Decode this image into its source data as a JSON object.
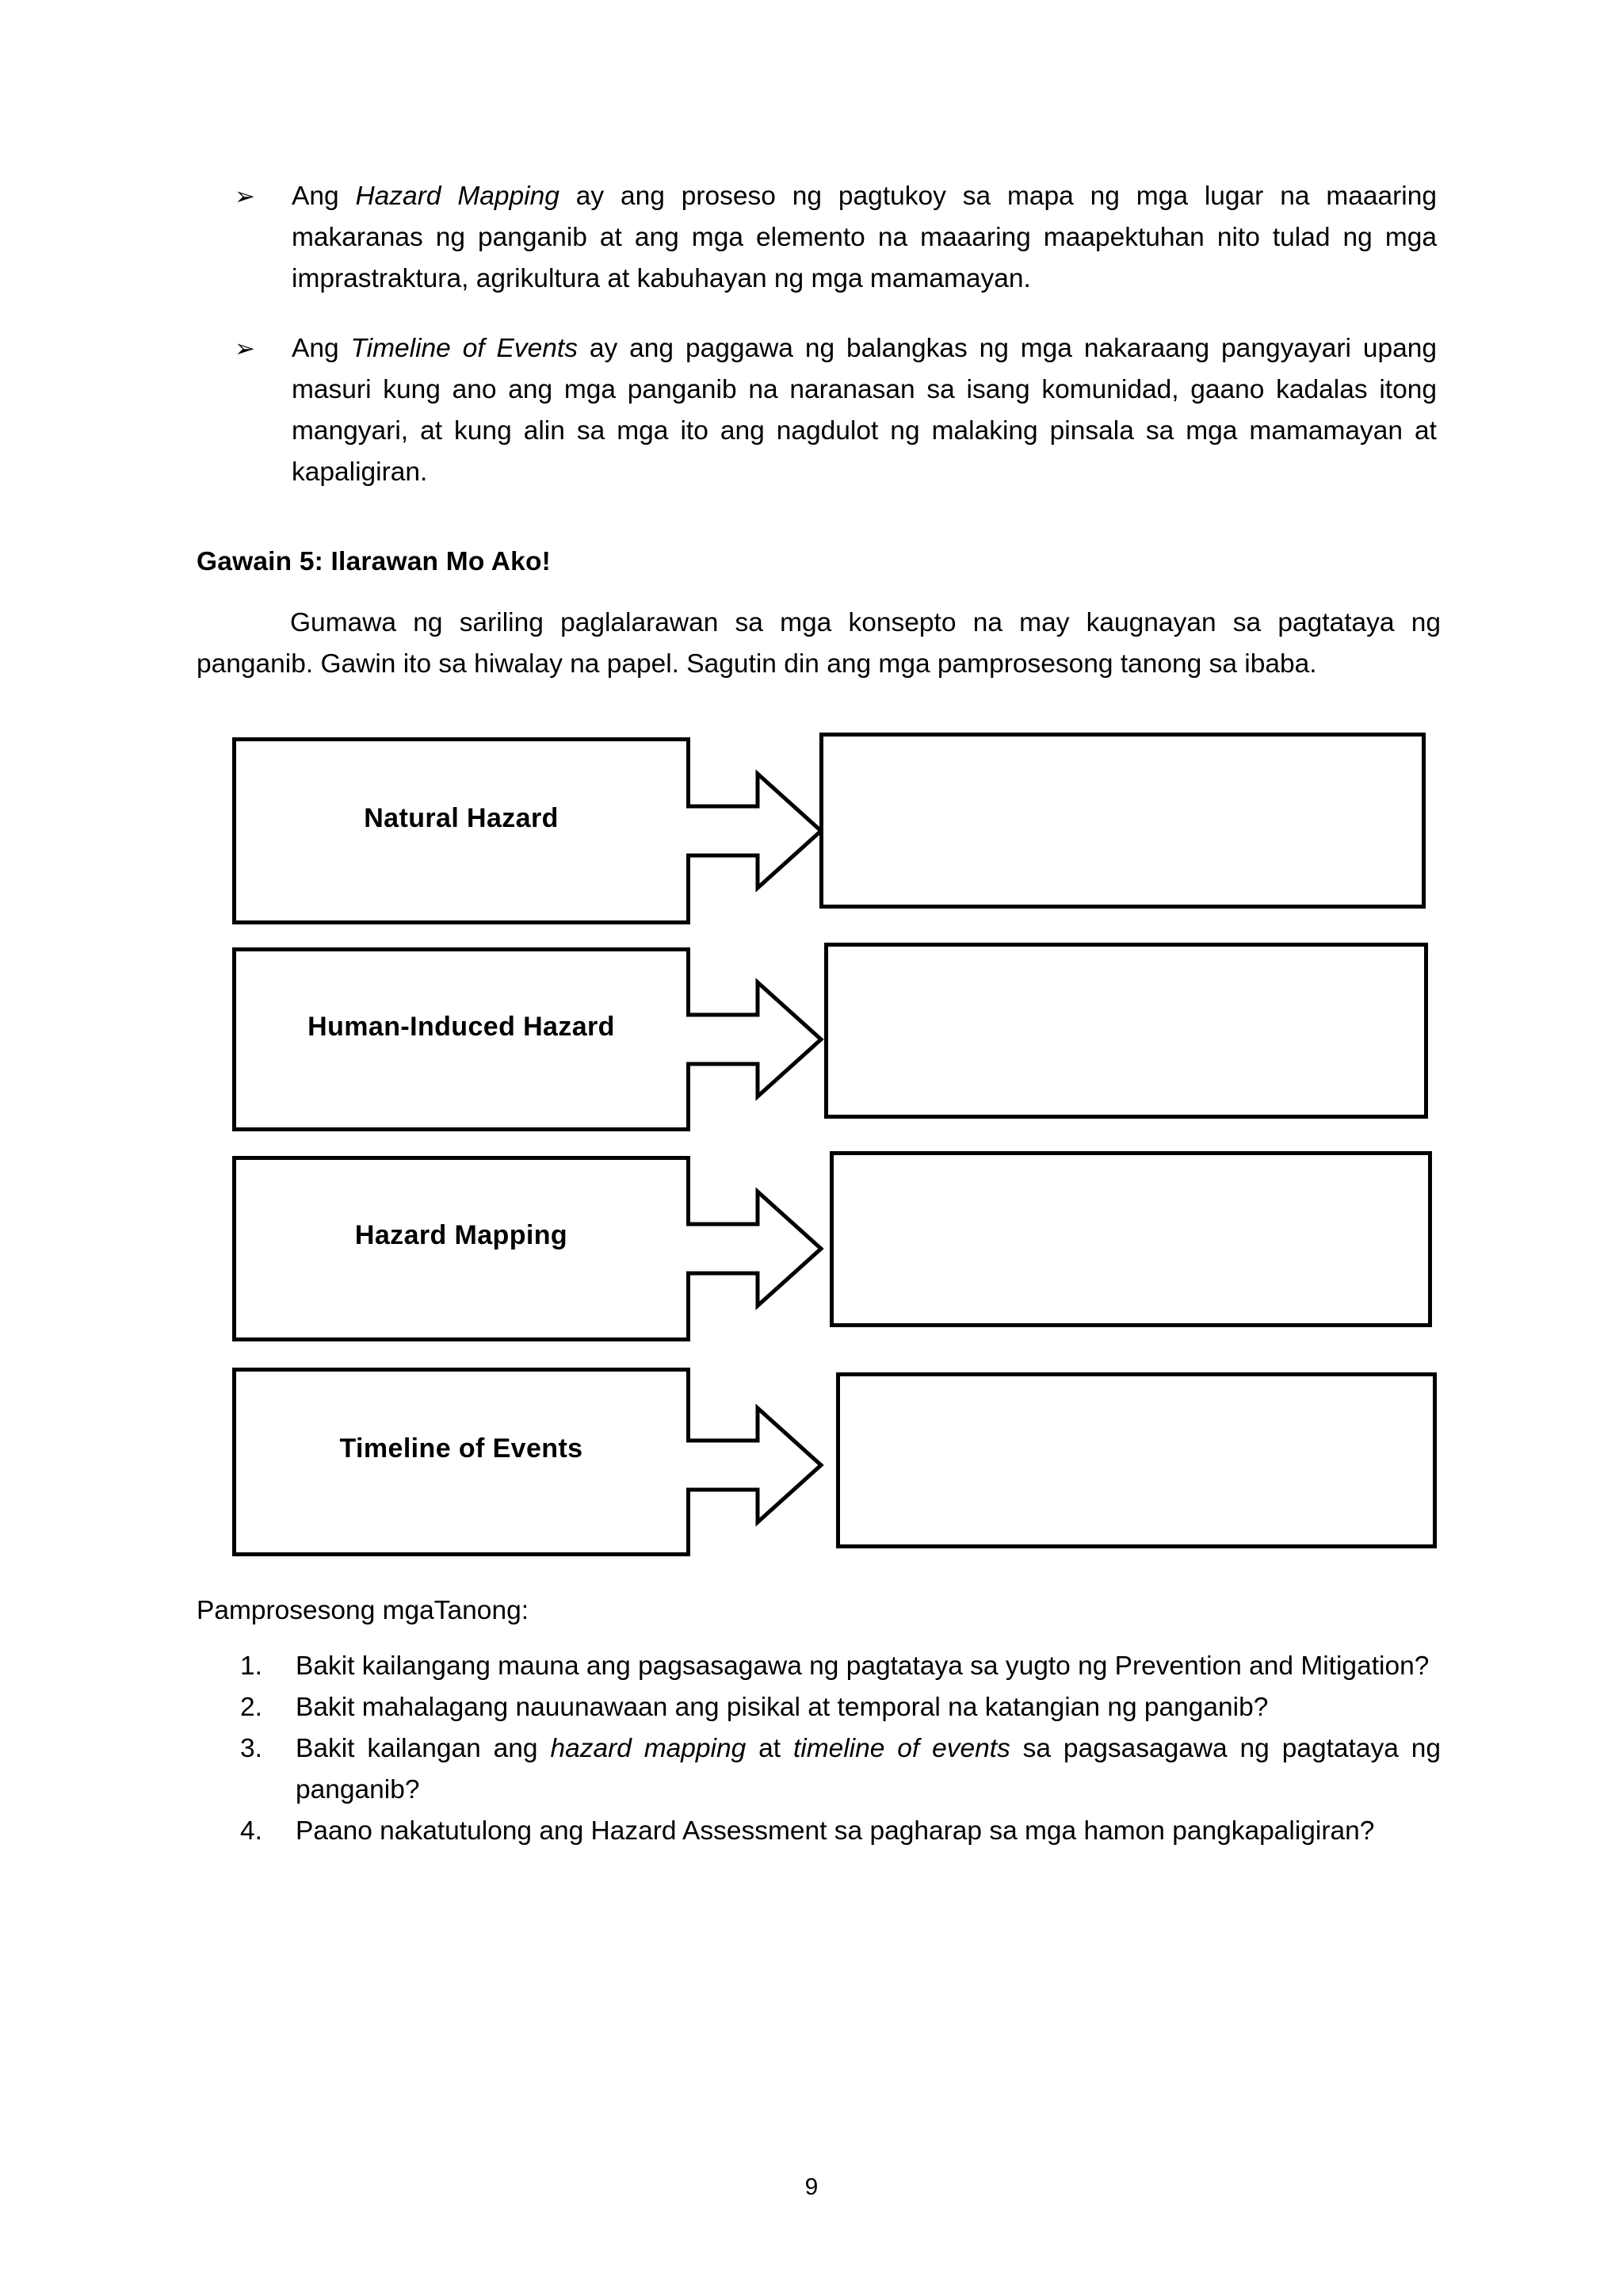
{
  "bullets": [
    {
      "marker": "➢",
      "pre": "Ang ",
      "emphasis": "Hazard Mapping",
      "post": " ay ang proseso ng pagtukoy sa mapa ng mga lugar na maaaring makaranas ng panganib at ang mga elemento na maaaring maapektuhan nito tulad ng mga imprastraktura, agrikultura at kabuhayan ng mga mamamayan."
    },
    {
      "marker": "➢",
      "pre": "Ang ",
      "emphasis": "Timeline of Events",
      "post": " ay ang paggawa ng balangkas ng mga nakaraang pangyayari upang masuri kung ano ang mga panganib na naranasan sa isang komunidad, gaano kadalas itong mangyari, at kung alin sa mga ito ang nagdulot ng malaking pinsala sa mga mamamayan at kapaligiran."
    }
  ],
  "activity": {
    "heading": "Gawain 5:  Ilarawan Mo Ako!",
    "instructions": "Gumawa ng sariling paglalarawan sa mga konsepto na may kaugnayan sa pagtataya ng panganib. Gawin ito sa hiwalay na papel. Sagutin din ang mga pamprosesong tanong sa ibaba."
  },
  "diagram": {
    "rows": [
      {
        "label": "Natural Hazard",
        "answer": ""
      },
      {
        "label": "Human-Induced Hazard",
        "answer": ""
      },
      {
        "label": "Hazard Mapping",
        "answer": ""
      },
      {
        "label": "Timeline of Events",
        "answer": ""
      }
    ]
  },
  "questions": {
    "title": "Pamprosesong mgaTanong:",
    "items": [
      {
        "number": "1.",
        "pre": "Bakit kailangang mauna ang pagsasagawa ng pagtataya sa yugto ng Prevention and Mitigation?",
        "emphasis1": "",
        "mid": "",
        "emphasis2": "",
        "post": ""
      },
      {
        "number": "2.",
        "pre": "Bakit mahalagang nauunawaan ang pisikal at temporal na katangian ng panganib?",
        "emphasis1": "",
        "mid": "",
        "emphasis2": "",
        "post": ""
      },
      {
        "number": "3.",
        "pre": "Bakit kailangan ang ",
        "emphasis1": "hazard mapping",
        "mid": " at ",
        "emphasis2": "timeline of events",
        "post": " sa pagsasagawa ng pagtataya ng panganib?"
      },
      {
        "number": "4.",
        "pre": "Paano nakatutulong ang Hazard Assessment sa pagharap sa mga hamon pangkapaligiran?",
        "emphasis1": "",
        "mid": "",
        "emphasis2": "",
        "post": ""
      }
    ]
  },
  "footer": {
    "page_number": "9"
  }
}
